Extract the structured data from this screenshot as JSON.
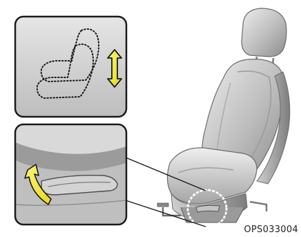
{
  "figure": {
    "code": "OPS033004",
    "colors": {
      "inset_border": "#1a1a1a",
      "arrow_yellow": "#f2ea2a",
      "arrow_outline": "#1a1a1a",
      "seat_light": "#e4e4e4",
      "seat_mid": "#b7b7b7",
      "seat_dark": "#6f6f6f",
      "inset_bg": "#dcdcdc"
    },
    "insets": [
      {
        "name": "seat-height-diagram",
        "icons": [
          "seat-outline-icon",
          "up-down-arrow-icon"
        ]
      },
      {
        "name": "height-lever-closeup",
        "icons": [
          "curved-arrow-icon"
        ]
      }
    ]
  }
}
